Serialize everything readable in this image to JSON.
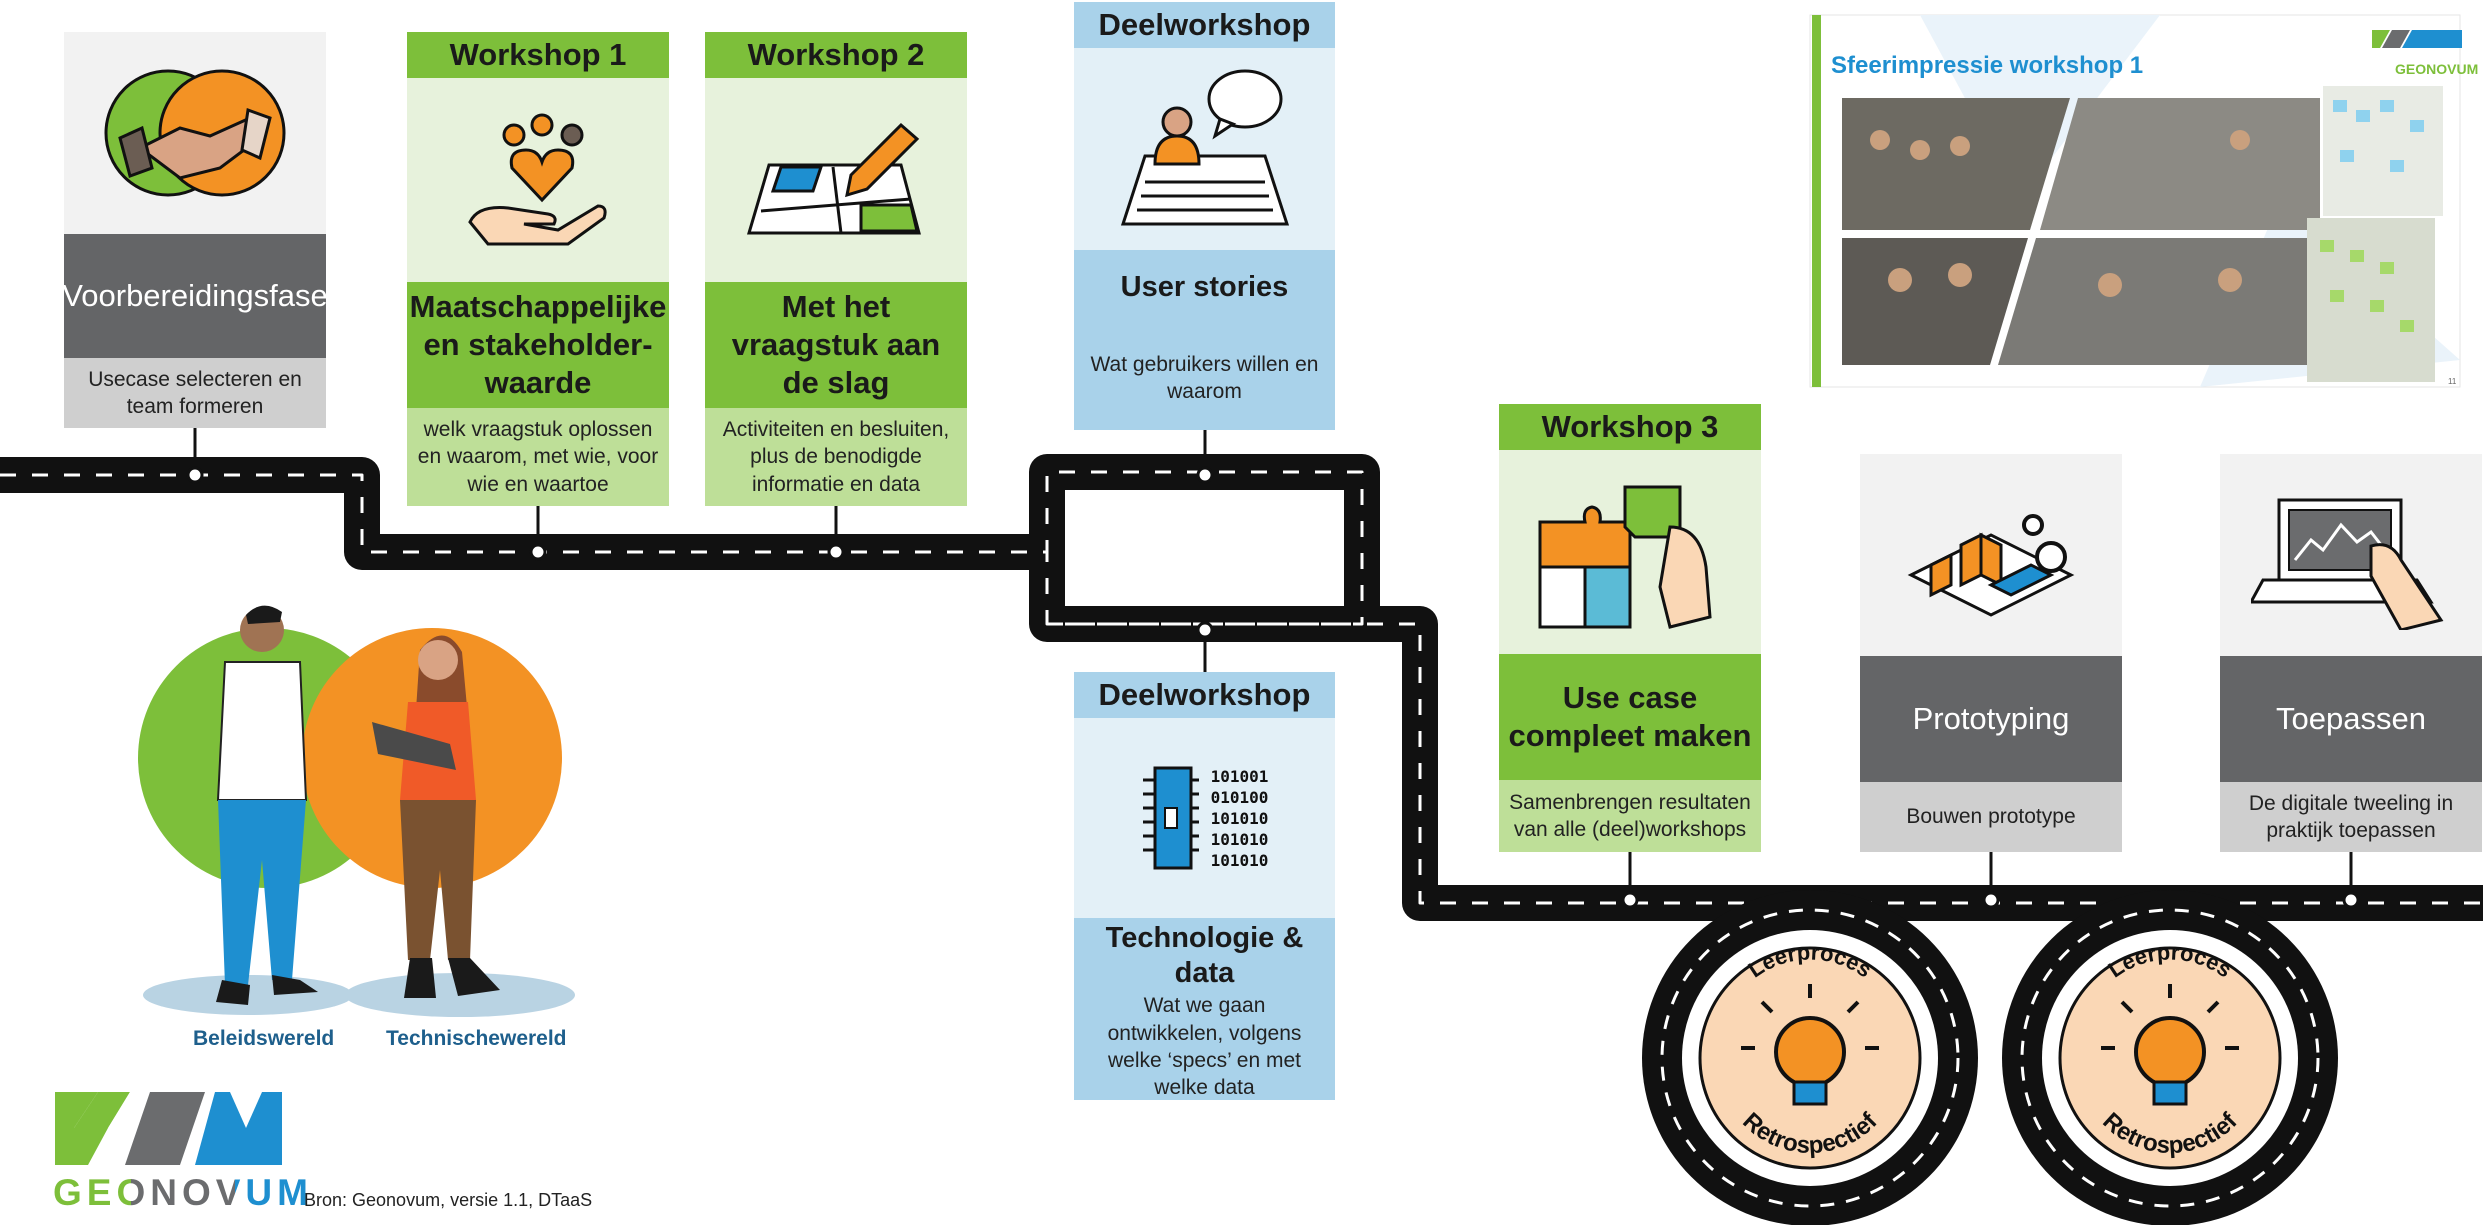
{
  "cards": {
    "prep": {
      "title": "Voorbereidingsfase",
      "desc": "Usecase selecteren en team formeren"
    },
    "ws1": {
      "head": "Workshop 1",
      "title": "Maatschappelijke en stakeholder-waarde",
      "desc": "welk vraagstuk oplossen en waarom, met wie, voor wie en waartoe"
    },
    "ws2": {
      "head": "Workshop 2",
      "title": "Met het vraagstuk aan de slag",
      "desc": "Activiteiten en besluiten, plus de benodigde informatie en data"
    },
    "deel1": {
      "head": "Deelworkshop",
      "title": "User stories",
      "desc": "Wat gebruikers willen en waarom"
    },
    "deel2": {
      "head": "Deelworkshop",
      "title": "Technologie & data",
      "desc": "Wat we gaan ontwikkelen, volgens welke ‘specs’ en met welke data",
      "binary": [
        "101001",
        "010100",
        "101010",
        "101010",
        "101010"
      ]
    },
    "ws3": {
      "head": "Workshop 3",
      "title": "Use case compleet maken",
      "desc": "Samenbrengen resultaten van alle (deel)workshops"
    },
    "proto": {
      "title": "Prototyping",
      "desc": "Bouwen prototype"
    },
    "toepassen": {
      "title": "Toepassen",
      "desc": "De digitale tweeling in praktijk toepassen"
    }
  },
  "people": {
    "left_label": "Beleidswereld",
    "right_label": "Technischewereld"
  },
  "wheels": {
    "top_label": "Leerproces",
    "bottom_label": "Retrospectief"
  },
  "photo_panel": {
    "title": "Sfeerimpressie workshop 1",
    "logo_text": "GEONOVUM",
    "page_number": "11"
  },
  "footer": {
    "logo_text": "GEONOVUM",
    "source": "Bron: Geonovum, versie 1.1, DTaaS"
  },
  "colors": {
    "green": "#7dbf3a",
    "light_green": "#e7f2dc",
    "blue": "#a9d2ea",
    "light_blue": "#e3f0f7",
    "grey": "#646567",
    "orange": "#f39224",
    "road": "#111111",
    "logo_blue": "#1e8fd0"
  }
}
